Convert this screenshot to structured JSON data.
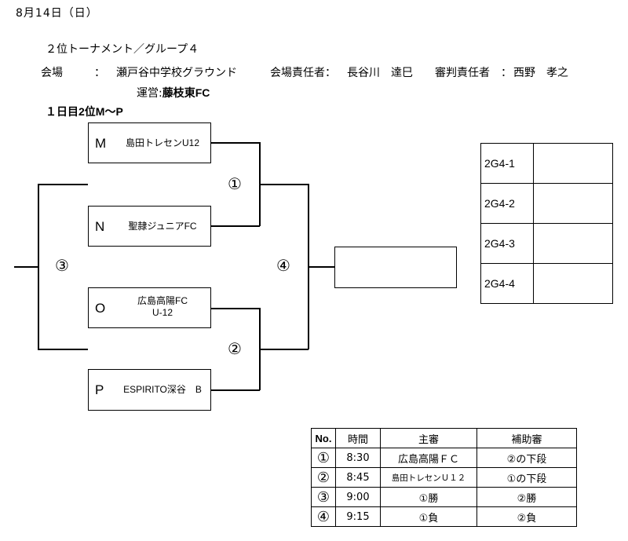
{
  "header": {
    "date": "8月14日（日）",
    "subtitle": "２位トーナメント／グループ４",
    "venue_label": "会場",
    "venue_colon": "：",
    "venue_name": "瀬戸谷中学校グラウンド",
    "venue_manager_label": "会場責任者：",
    "venue_manager": "長谷川　達巳",
    "referee_manager_label": "審判責任者　：",
    "referee_manager": "西野　孝之",
    "operation_label": "運営:",
    "operation_team": "藤枝東FC",
    "day_label": "１日目2位M～P"
  },
  "teams": [
    {
      "letter": "M",
      "name": "島田トレセンU12"
    },
    {
      "letter": "N",
      "name": "聖隷ジュニアFC"
    },
    {
      "letter": "O",
      "name_line1": "広島高陽FC",
      "name_line2": "U-12"
    },
    {
      "letter": "P",
      "name": "ESPIRITO深谷　B"
    }
  ],
  "bracket_labels": {
    "m1": "①",
    "m2": "②",
    "m3": "③",
    "m4": "④"
  },
  "rankings": [
    {
      "label": "2G4-1",
      "value": ""
    },
    {
      "label": "2G4-2",
      "value": ""
    },
    {
      "label": "2G4-3",
      "value": ""
    },
    {
      "label": "2G4-4",
      "value": ""
    }
  ],
  "schedule": {
    "headers": {
      "no": "No.",
      "time": "時間",
      "referee": "主審",
      "assistant": "補助審"
    },
    "rows": [
      {
        "no": "①",
        "time": "8:30",
        "referee": "広島高陽ＦＣ",
        "assistant": "②の下段"
      },
      {
        "no": "②",
        "time": "8:45",
        "referee": "島田トレセンＵ１２",
        "assistant": "①の下段"
      },
      {
        "no": "③",
        "time": "9:00",
        "referee": "①勝",
        "assistant": "②勝"
      },
      {
        "no": "④",
        "time": "9:15",
        "referee": "①負",
        "assistant": "②負"
      }
    ]
  }
}
